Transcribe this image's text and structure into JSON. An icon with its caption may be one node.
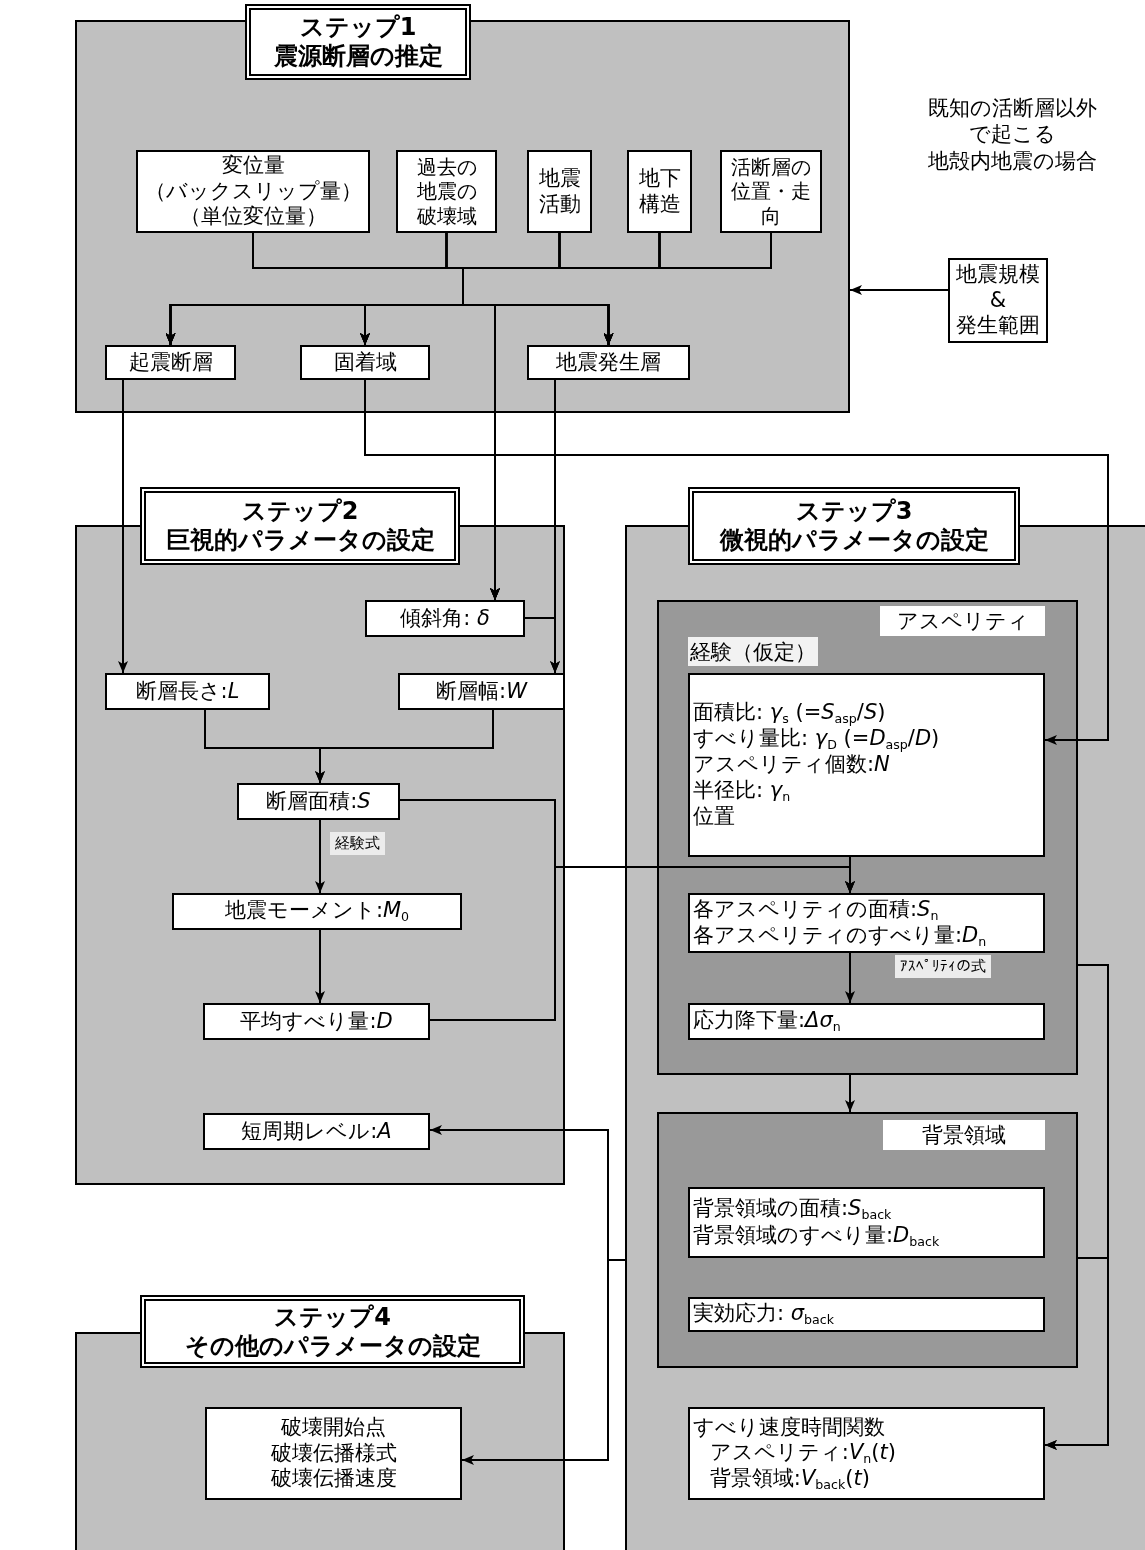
{
  "diagram": {
    "nodes": [
      {
        "text": [
          "ステップ1",
          "震源断層の推定"
        ]
      },
      {
        "text": [],
        "shape": "box"
      },
      {
        "text": [
          "変位量",
          "（バックスリップ量）",
          "（単位変位量）"
        ],
        "in": 1
      },
      {
        "text": [
          "過去の地震の破壊域"
        ],
        "in": 1
      },
      {
        "text": [
          "地震活動"
        ],
        "in": 1
      },
      {
        "text": [
          "地下構造"
        ],
        "in": 1
      },
      {
        "text": [
          "活断層の位置・走向"
        ],
        "in": 1
      },
      {
        "text": [
          "起震断層"
        ],
        "in": 1
      },
      {
        "text": [
          "固着域"
        ],
        "in": 1
      },
      {
        "text": [
          "地震発生層"
        ],
        "in": 1
      },
      {
        "text": [
          "地震規模",
          "&",
          "発生範囲"
        ]
      },
      {
        "text": [
          "ステップ2",
          "巨視的パラメータの設定"
        ]
      },
      {
        "text": [],
        "shape": "box"
      },
      {
        "text": [
          "傾斜角: *δ*"
        ],
        "in": 12
      },
      {
        "text": [
          "断層長さ:*L*"
        ],
        "in": 12
      },
      {
        "text": [
          "断層幅:*W*"
        ],
        "in": 12
      },
      {
        "text": [
          "断層面積:*S*"
        ],
        "in": 12
      },
      {
        "text": [
          "地震モーメント:*M*$_{0}$"
        ],
        "in": 12
      },
      {
        "text": [
          "平均すべり量:*D*"
        ],
        "in": 12
      },
      {
        "text": [
          "短周期レベル:*A*"
        ],
        "in": 12
      },
      {
        "text": [
          "ステップ3",
          "微視的パラメータの設定"
        ]
      },
      {
        "text": [],
        "shape": "box"
      },
      {
        "text": [
          "アスペリティ"
        ],
        "in": 21
      },
      {
        "text": [
          "経験（仮定）",
          "面積比: *γ*$_{s}$ (=*S*$_{asp}$/*S*)",
          "すべり量比: *γ*$_{D}$ (=*D*$_{asp}$/*D*)",
          "アスペリティ個数:*N*",
          "半径比: *γ*$_{n}$",
          "位置"
        ],
        "in": 22
      },
      {
        "text": [
          "各アスペリティの面積:*S*$_{n}$",
          "各アスペリティのすべり量:*D*$_{n}$"
        ],
        "in": 22
      },
      {
        "text": [
          "応力降下量:*Δσ*$_{n}$"
        ],
        "in": 22
      },
      {
        "text": [
          "背景領域"
        ],
        "in": 21
      },
      {
        "text": [
          "背景領域の面積:*S*$_{back}$",
          "背景領域のすべり量:*D*$_{back}$"
        ],
        "in": 26
      },
      {
        "text": [
          "実効応力: *σ*$_{back}$"
        ],
        "in": 26
      },
      {
        "text": [
          "すべり速度時間関数",
          "アスペリティ:*V*$_{n}$(*t*)",
          "背景領域:*V*$_{back}$(*t*)"
        ],
        "in": 21
      },
      {
        "text": [
          "ステップ4",
          "その他のパラメータの設定"
        ]
      },
      {
        "text": [],
        "shape": "box"
      },
      {
        "text": [
          "破壊開始点",
          "破壊伝播様式",
          "破壊伝播速度"
        ],
        "in": 31
      }
    ],
    "edges": [
      {
        "from": 2,
        "to": 7,
        "arrow": "to"
      },
      {
        "from": 2,
        "to": 8,
        "arrow": "to"
      },
      {
        "from": 2,
        "to": 9,
        "arrow": "to"
      },
      {
        "from": 2,
        "to": 13,
        "arrow": "to"
      },
      {
        "from": 3,
        "to": 7,
        "arrow": "to"
      },
      {
        "from": 3,
        "to": 8,
        "arrow": "to"
      },
      {
        "from": 3,
        "to": 9,
        "arrow": "to"
      },
      {
        "from": 3,
        "to": 13,
        "arrow": "to"
      },
      {
        "from": 4,
        "to": 7,
        "arrow": "to"
      },
      {
        "from": 4,
        "to": 8,
        "arrow": "to"
      },
      {
        "from": 4,
        "to": 9,
        "arrow": "to"
      },
      {
        "from": 4,
        "to": 13,
        "arrow": "to"
      },
      {
        "from": 5,
        "to": 7,
        "arrow": "to"
      },
      {
        "from": 5,
        "to": 8,
        "arrow": "to"
      },
      {
        "from": 5,
        "to": 9,
        "arrow": "to"
      },
      {
        "from": 5,
        "to": 13,
        "arrow": "to"
      },
      {
        "from": 6,
        "to": 7,
        "arrow": "to"
      },
      {
        "from": 6,
        "to": 8,
        "arrow": "to"
      },
      {
        "from": 6,
        "to": 9,
        "arrow": "to"
      },
      {
        "from": 6,
        "to": 13,
        "arrow": "to"
      },
      {
        "from": 10,
        "to": 1,
        "arrow": "to"
      },
      {
        "from": 7,
        "to": 14,
        "arrow": "to"
      },
      {
        "from": 8,
        "to": 23,
        "arrow": "to"
      },
      {
        "from": 9,
        "to": 15,
        "arrow": "to"
      },
      {
        "from": 13,
        "to": 15,
        "arrow": "to"
      },
      {
        "from": 14,
        "to": 16,
        "arrow": "to"
      },
      {
        "from": 15,
        "to": 16,
        "arrow": "to"
      },
      {
        "from": 16,
        "to": 17,
        "arrow": "to",
        "label": "経験式"
      },
      {
        "from": 16,
        "to": 24,
        "arrow": "to"
      },
      {
        "from": 18,
        "to": 24,
        "arrow": "to"
      },
      {
        "from": 23,
        "to": 24,
        "arrow": "to"
      },
      {
        "from": 17,
        "to": 18,
        "arrow": "to"
      },
      {
        "from": 24,
        "to": 25,
        "arrow": "to",
        "label": "ｱｽﾍﾟﾘﾃｨの式"
      },
      {
        "from": 22,
        "to": 26,
        "arrow": "to"
      },
      {
        "from": 22,
        "to": 29,
        "arrow": "to"
      },
      {
        "from": 26,
        "to": 29,
        "arrow": "to"
      },
      {
        "from": 21,
        "to": 19,
        "arrow": "to"
      },
      {
        "from": 21,
        "to": 32,
        "arrow": "to"
      }
    ],
    "labels": [
      "既知の活断層以外",
      "で起こる",
      "地殻内地震の場合"
    ]
  }
}
